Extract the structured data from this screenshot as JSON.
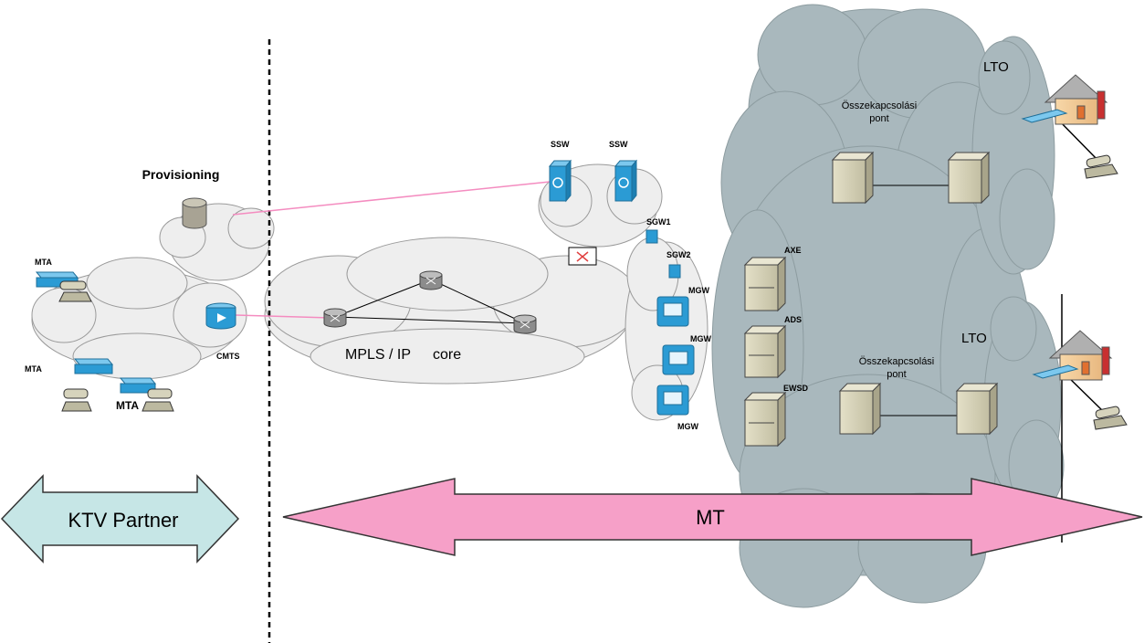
{
  "labels": {
    "provisioning": "Provisioning",
    "mta_top": "MTA",
    "mta_left": "MTA",
    "mta_bottom": "MTA",
    "cmts": "CMTS",
    "mpls_core": "MPLS / IP",
    "core": "core",
    "ssw_1": "SSW",
    "ssw_2": "SSW",
    "sgw1": "SGW1",
    "sgw2": "SGW2",
    "mgw_1": "MGW",
    "mgw_2": "MGW",
    "mgw_3": "MGW",
    "axe": "AXE",
    "ads": "ADS",
    "ewsd": "EWSD",
    "interconnect_1_line1": "Összekapcsolási",
    "interconnect_1_line2": "pont",
    "interconnect_2_line1": "Összekapcsolási",
    "interconnect_2_line2": "pont",
    "lto_top": "LTO",
    "lto_bottom": "LTO"
  },
  "arrows": {
    "ktv_partner": "KTV Partner",
    "mt": "MT"
  },
  "colors": {
    "cloud_light": "#eeeeee",
    "cloud_dark": "#a9b8bd",
    "ktv_arrow": "#c6e6e6",
    "mt_arrow": "#f6a0c8",
    "pink_link": "#f48cc0",
    "device_blue": "#2b9bd4",
    "server_beige": "#d8d4b8"
  }
}
